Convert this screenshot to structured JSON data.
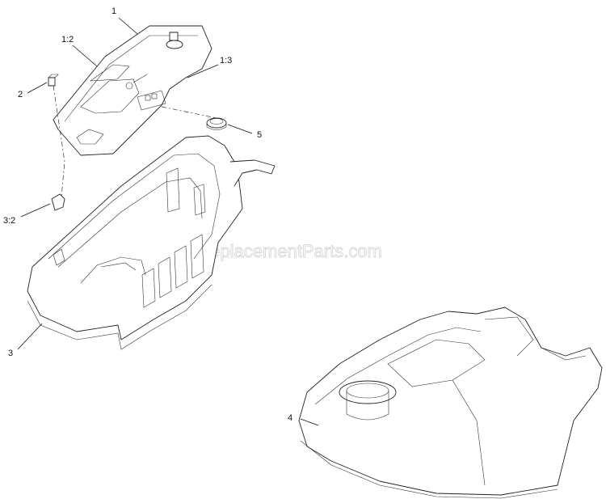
{
  "diagram": {
    "watermark": "eReplacementParts.com",
    "callouts": [
      {
        "id": "c1",
        "text": "1"
      },
      {
        "id": "c12",
        "text": "1:2"
      },
      {
        "id": "c13",
        "text": "1:3"
      },
      {
        "id": "c2",
        "text": "2"
      },
      {
        "id": "c5",
        "text": "5"
      },
      {
        "id": "c32",
        "text": "3:2"
      },
      {
        "id": "c3",
        "text": "3"
      },
      {
        "id": "c4",
        "text": "4"
      }
    ]
  }
}
